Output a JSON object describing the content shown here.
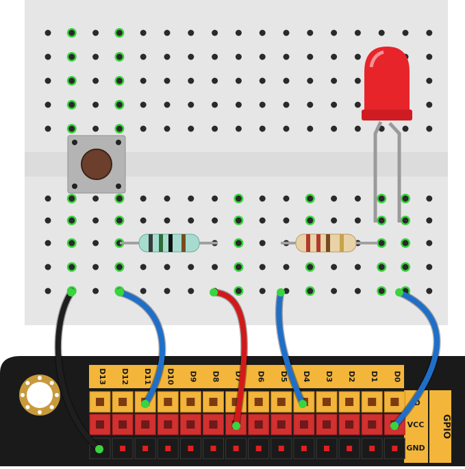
{
  "board": {
    "pin_labels": [
      "D13",
      "D12",
      "D11",
      "D10",
      "D9",
      "D8",
      "D7",
      "D6",
      "D5",
      "D4",
      "D3",
      "D2",
      "D1",
      "D0"
    ],
    "row_labels": [
      "IO",
      "VCC",
      "GND"
    ],
    "header_label": "GPIO"
  },
  "breadboard": {
    "top_rows": 5,
    "bottom_rows": 5,
    "columns": 17
  },
  "components": {
    "button": "push-button",
    "resistor_1_bands": [
      "#3a3a3a",
      "#2f6b39",
      "#111111",
      "#7a4a1f"
    ],
    "resistor_2_bands": [
      "#b33a2a",
      "#b33a2a",
      "#7a4a1f",
      "#c9a24a"
    ],
    "led_color": "#e8242b"
  },
  "wires": [
    {
      "name": "gnd-wire",
      "color": "#1e1e1e"
    },
    {
      "name": "d12-wire",
      "color": "#1f6fc9"
    },
    {
      "name": "d7-wire",
      "color": "#d21a1a"
    },
    {
      "name": "d4-wire",
      "color": "#1f6fc9"
    },
    {
      "name": "d0-wire",
      "color": "#1f6fc9"
    }
  ],
  "colors": {
    "board_black": "#1a1a1a",
    "io_row": "#f2b43a",
    "vcc_row": "#d33030",
    "gnd_row": "#1a1a1a",
    "label_strip": "#f3b63a",
    "active_hole": "#39d43e"
  }
}
